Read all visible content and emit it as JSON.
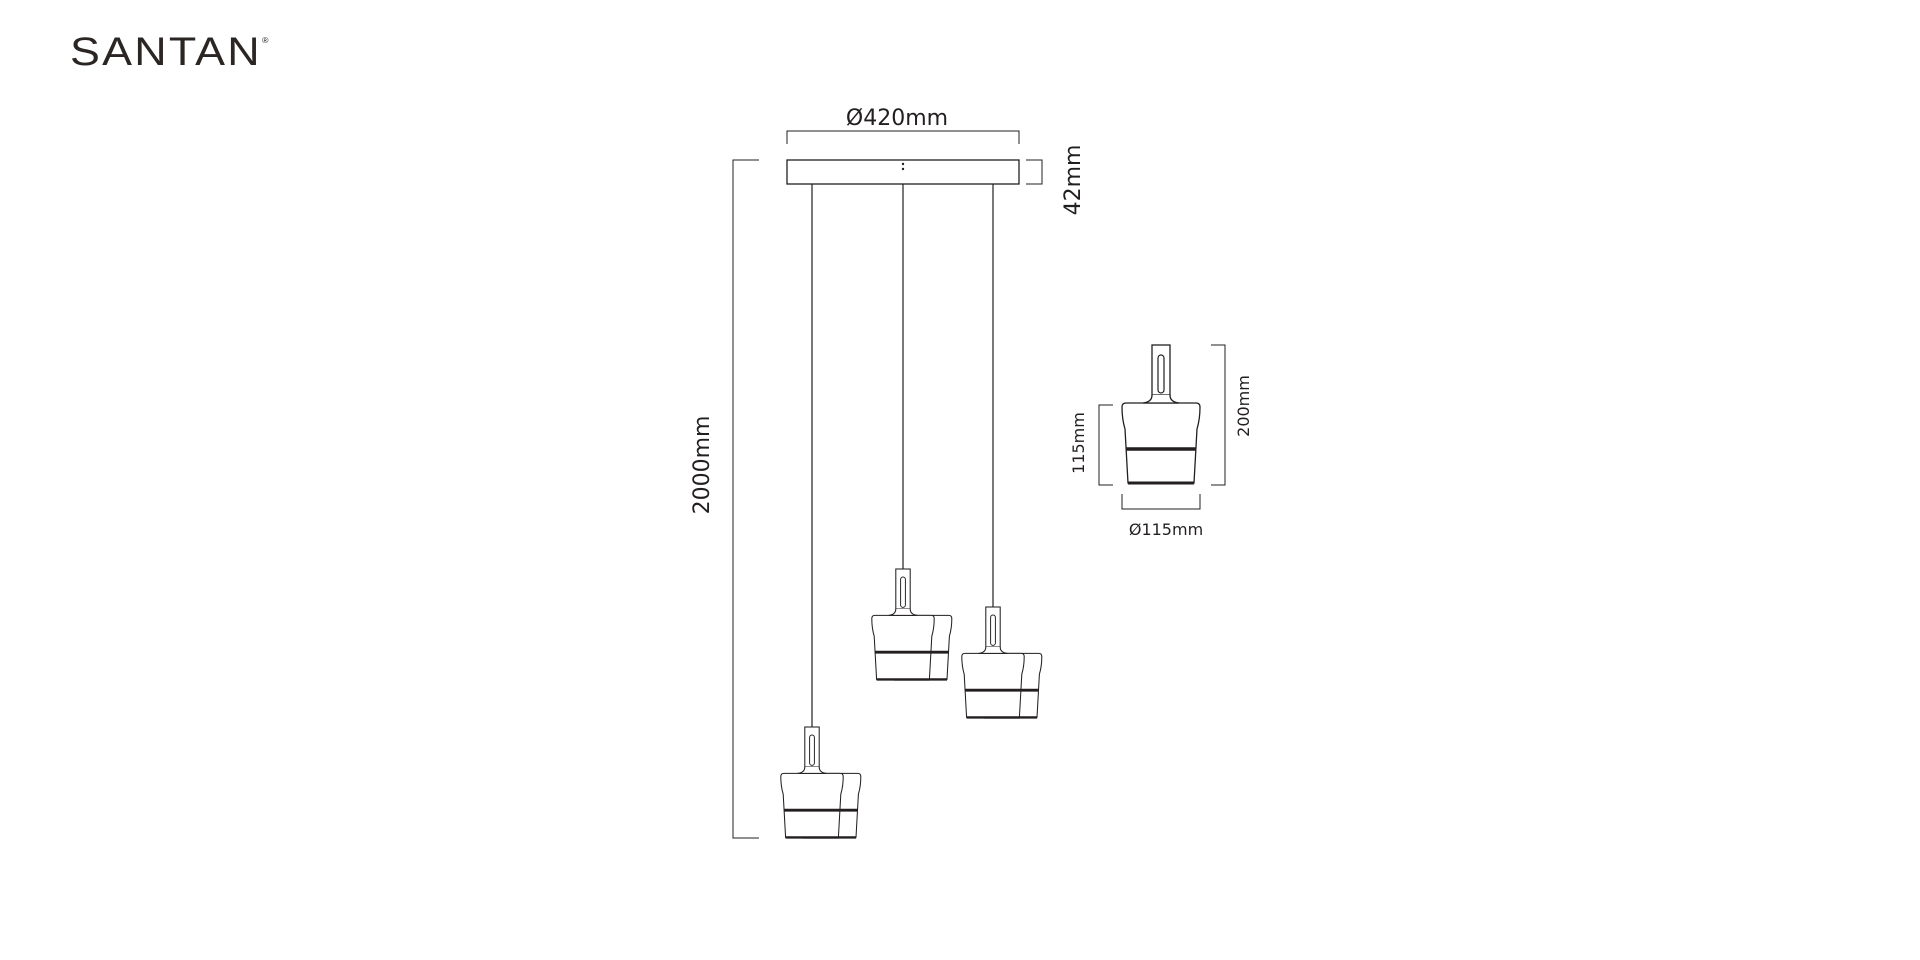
{
  "brand": {
    "name": "SANTAN",
    "mark": "®"
  },
  "dimensions": {
    "canopy_diameter": "Ø420mm",
    "canopy_height": "42mm",
    "overall_drop": "2000mm",
    "shade_height": "115mm",
    "pendant_height": "200mm",
    "shade_diameter": "Ø115mm"
  },
  "colors": {
    "line": "#231f20",
    "background": "#ffffff"
  }
}
